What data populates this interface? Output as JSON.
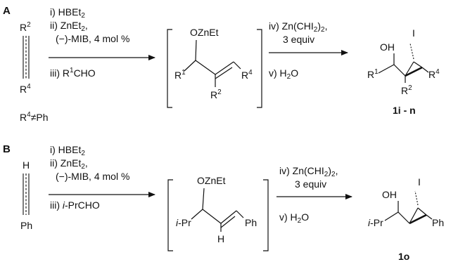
{
  "schemeA": {
    "label": "A",
    "start": {
      "top_sub": "R2",
      "bottom_sub": "R4",
      "note": "R4≠Ph"
    },
    "conditions_above": [
      "i) HBEt2",
      "ii) ZnEt2,",
      "(−)-MIB, 4 mol %"
    ],
    "conditions_below": "iii) R1CHO",
    "intermediate": {
      "oxygen_group": "OZnEt",
      "left": "R1",
      "right": "R4",
      "bottom": "R2"
    },
    "conditions2_above": [
      "iv) Zn(CHI2)2,",
      "3 equiv"
    ],
    "conditions2_below": "v) H2O",
    "product": {
      "oh": "OH",
      "iodo": "I",
      "left": "R1",
      "right": "R4",
      "bottom": "R2",
      "compound": "1i - n"
    }
  },
  "schemeB": {
    "label": "B",
    "start": {
      "top_sub": "H",
      "bottom_sub": "Ph"
    },
    "conditions_above": [
      "i) HBEt2",
      "ii) ZnEt2,",
      "(−)-MIB, 4 mol %"
    ],
    "conditions_below": "iii) i-PrCHO",
    "intermediate": {
      "oxygen_group": "OZnEt",
      "left": "i-Pr",
      "right": "Ph",
      "bottom": "H"
    },
    "conditions2_above": [
      "iv) Zn(CHI2)2,",
      "3 equiv"
    ],
    "conditions2_below": "v) H2O",
    "product": {
      "oh": "OH",
      "iodo": "I",
      "left": "i-Pr",
      "right": "Ph",
      "compound": "1o"
    }
  }
}
